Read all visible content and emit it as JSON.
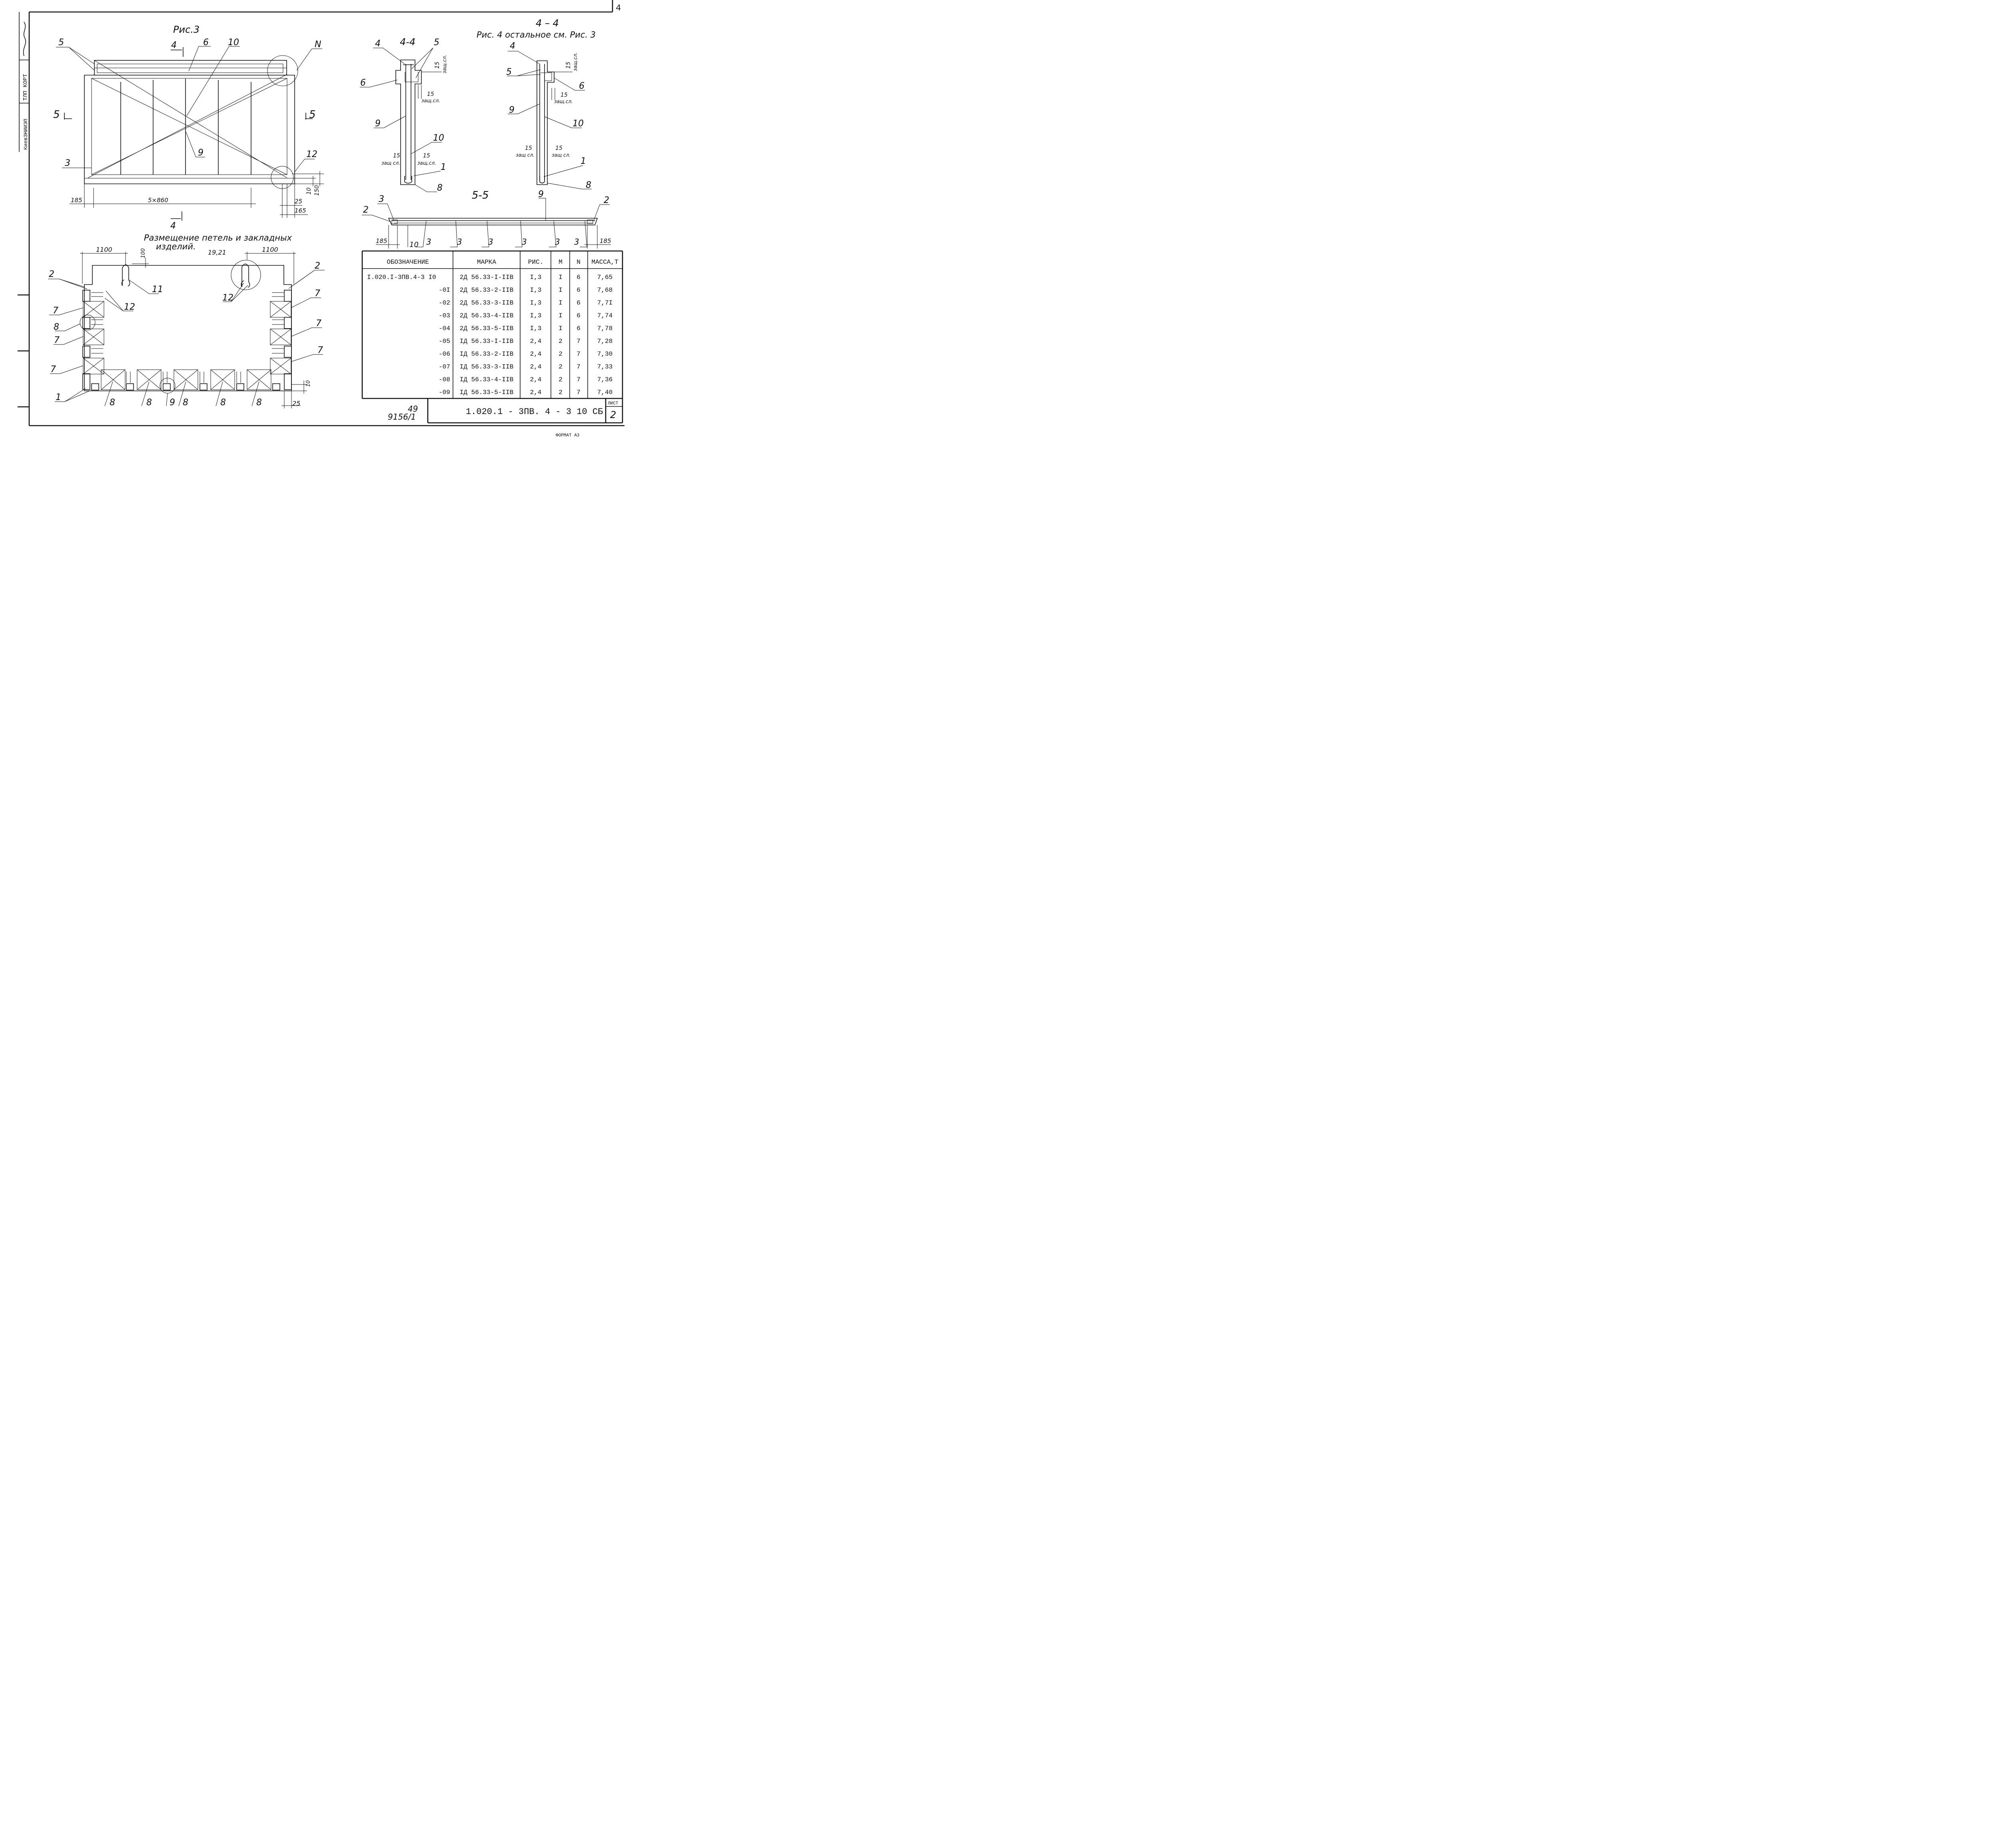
{
  "page_number": "4",
  "stamp": {
    "org": "КиевЗНИИЭП",
    "dept": "ТЛП КОРТ"
  },
  "fig3": {
    "title": "Рис.3",
    "callouts": {
      "c5": "5",
      "c6": "6",
      "c10": "10",
      "cN": "N",
      "c3": "3",
      "c9": "9",
      "c12": "12"
    },
    "section_4": "4",
    "section_5": "5",
    "dims": {
      "d185": "185",
      "d5x860": "5×860",
      "d25": "25",
      "d165": "165",
      "d10": "10",
      "d150": "150"
    }
  },
  "section44_left": {
    "title": "4-4",
    "callouts": {
      "c4": "4",
      "c5": "5",
      "c6": "6",
      "c9": "9",
      "c10": "10",
      "c1": "1",
      "c8": "8"
    },
    "cover": "15",
    "cover_label": "защ.сл.",
    "cover_label_b": "защ сл."
  },
  "section44_right": {
    "title": "4 – 4",
    "subtitle": "Рис. 4  остальное см. Рис. 3",
    "callouts": {
      "c4": "4",
      "c5": "5",
      "c6": "6",
      "c9": "9",
      "c10": "10",
      "c1": "1",
      "c8": "8"
    },
    "cover": "15",
    "cover_label": "защ.сл.",
    "cover_label_b": "защ сл."
  },
  "section55": {
    "title": "5-5",
    "callouts": {
      "c3": "3",
      "c2": "2",
      "c9": "9",
      "c10": "10"
    },
    "dims": {
      "d185": "185"
    }
  },
  "placement": {
    "title": "Размещение петель и закладных",
    "title2": "изделий.",
    "dims": {
      "d1100": "1100",
      "d100": "100",
      "d1921": "19,21",
      "d10": "10",
      "d25": "25"
    },
    "callouts": {
      "c2": "2",
      "c7": "7",
      "c8": "8",
      "c1": "1",
      "c9": "9",
      "c11": "11",
      "c12": "12"
    }
  },
  "table": {
    "headers": [
      "ОБОЗНАЧЕНИЕ",
      "МАРКА",
      "РИС.",
      "М",
      "N",
      "МАССА,Т"
    ],
    "rows": [
      [
        "I.020.I-3ПВ.4-3 I0",
        "2Д 56.33-I-IIB",
        "I,3",
        "I",
        "6",
        "7,65"
      ],
      [
        "-0I",
        "2Д 56.33-2-IIB",
        "I,3",
        "I",
        "6",
        "7,68"
      ],
      [
        "-02",
        "2Д 56.33-3-IIB",
        "I,3",
        "I",
        "6",
        "7,7I"
      ],
      [
        "-03",
        "2Д 56.33-4-IIB",
        "I,3",
        "I",
        "6",
        "7,74"
      ],
      [
        "-04",
        "2Д 56.33-5-IIB",
        "I,3",
        "I",
        "6",
        "7,78"
      ],
      [
        "-05",
        "IД 56.33-I-IIB",
        "2,4",
        "2",
        "7",
        "7,28"
      ],
      [
        "-06",
        "IД 56.33-2-IIB",
        "2,4",
        "2",
        "7",
        "7,30"
      ],
      [
        "-07",
        "IД 56.33-3-IIB",
        "2,4",
        "2",
        "7",
        "7,33"
      ],
      [
        "-08",
        "IД 56.33-4-IIB",
        "2,4",
        "2",
        "7",
        "7,36"
      ],
      [
        "-09",
        "IД 56.33-5-IIB",
        "2,4",
        "2",
        "7",
        "7,40"
      ]
    ]
  },
  "title_block": {
    "inv1": "49",
    "inv2": "9156/1",
    "designation": "1.020.1 - 3ПВ. 4 - 3   10 СБ",
    "sheet_label": "ЛИСТ",
    "sheet_no": "2"
  },
  "format": "ФОРМАТ А3"
}
